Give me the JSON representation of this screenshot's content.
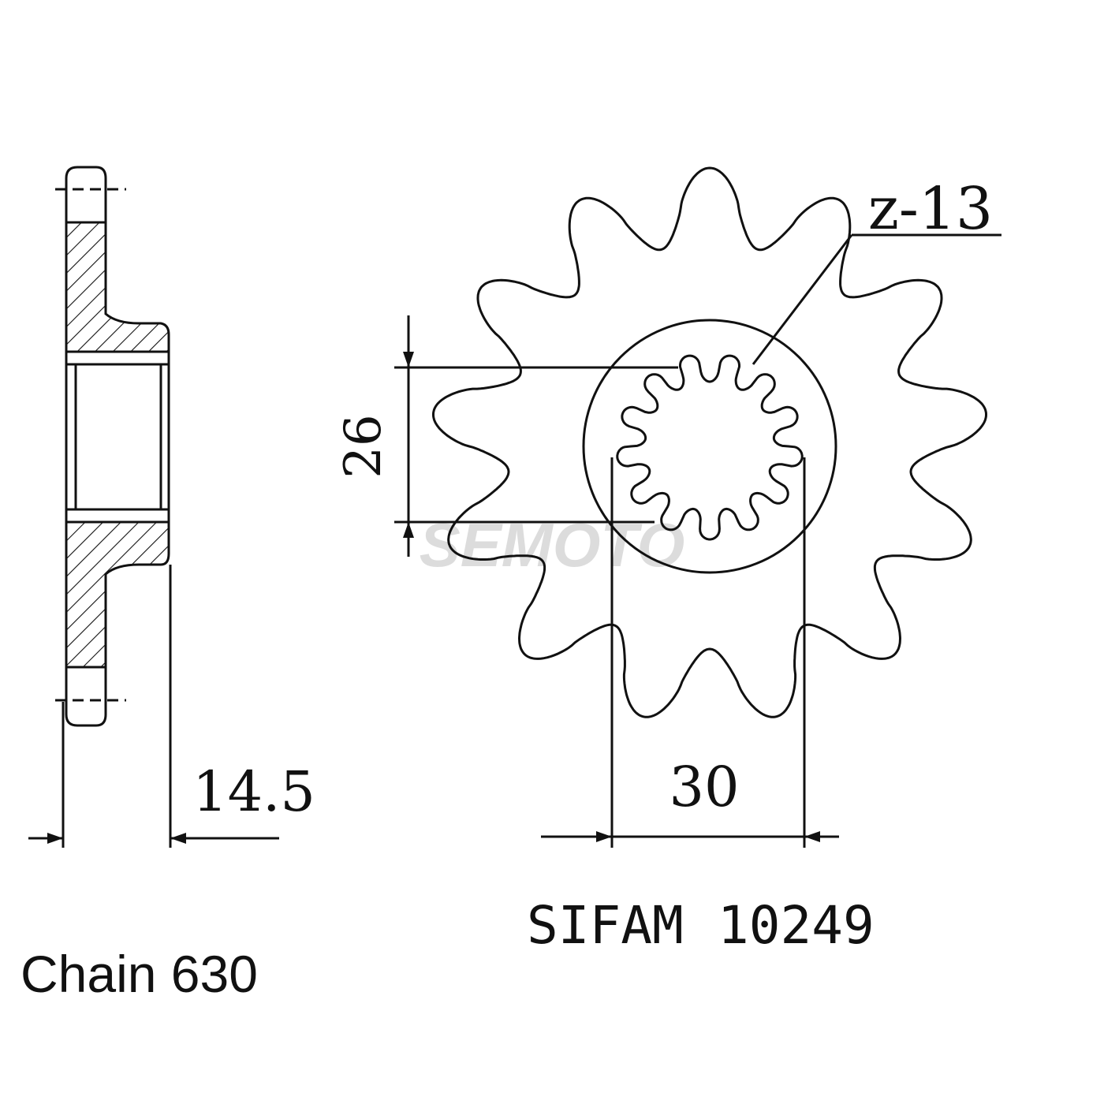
{
  "labels": {
    "teeth": "z-13",
    "hub_dimension": "26",
    "inner_dimension": "30",
    "thickness": "14.5",
    "brand": "SIFAM",
    "part_number": "10249",
    "chain": "Chain 630",
    "watermark": "SEMOTO"
  },
  "colors": {
    "line": "#111111",
    "watermark": "#d9d9d9"
  },
  "sprocket": {
    "teeth_count": 13,
    "spline_count": 13
  }
}
